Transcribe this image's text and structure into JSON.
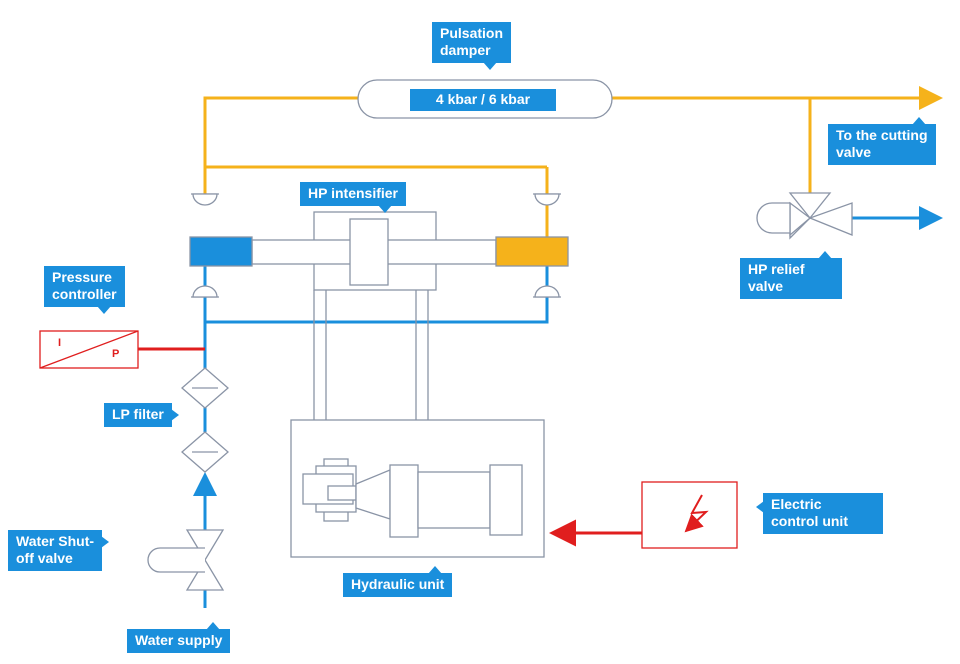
{
  "labels": {
    "pulsation_damper": "Pulsation\ndamper",
    "damper_pressure": "4 kbar / 6 kbar",
    "hp_intensifier": "HP intensifier",
    "to_cutting_valve": "To the cutting\nvalve",
    "hp_relief_valve": "HP relief\nvalve",
    "pressure_controller": "Pressure\ncontroller",
    "lp_filter": "LP filter",
    "water_shutoff_valve": "Water Shut-\noff valve",
    "water_supply": "Water supply",
    "hydraulic_unit": "Hydraulic unit",
    "electric_control_unit": "Electric\ncontrol unit",
    "controller_i": "I",
    "controller_p": "P"
  },
  "colors": {
    "high_pressure_line": "#f5b21b",
    "low_pressure_line": "#1a8fdc",
    "electric_line": "#e01e1e",
    "label_background": "#1a8fdc",
    "component_outline": "#8a94a6"
  }
}
